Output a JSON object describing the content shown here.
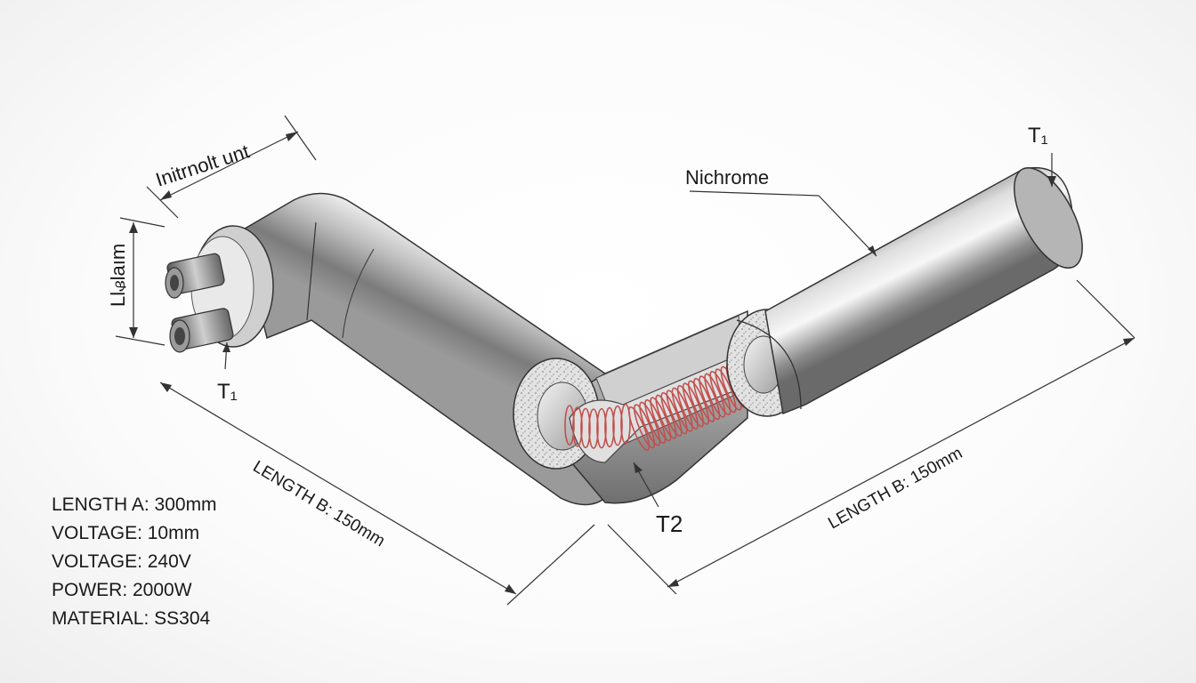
{
  "labels": {
    "top_left": "Initrnolt unt",
    "left_vertical": "Llᏸlaım",
    "t1_left": "T₁",
    "t1_right": "T₁",
    "nichrome": "Nichrome",
    "t2": "T2",
    "length_b_left": "LENGTH B: 150mm",
    "length_b_right": "LENGTH B: 150mm"
  },
  "specs": [
    "LENGTH A: 300mm",
    "VOLTAGE: 10mm",
    "VOLTAGE: 240V",
    "POWER: 2000W",
    "MATERIAL: SS304"
  ],
  "colors": {
    "metal_dark": "#6e6e6e",
    "metal_light": "#e6e6e6",
    "coil": "#c0504d",
    "insulation": "#d9d9d9"
  }
}
